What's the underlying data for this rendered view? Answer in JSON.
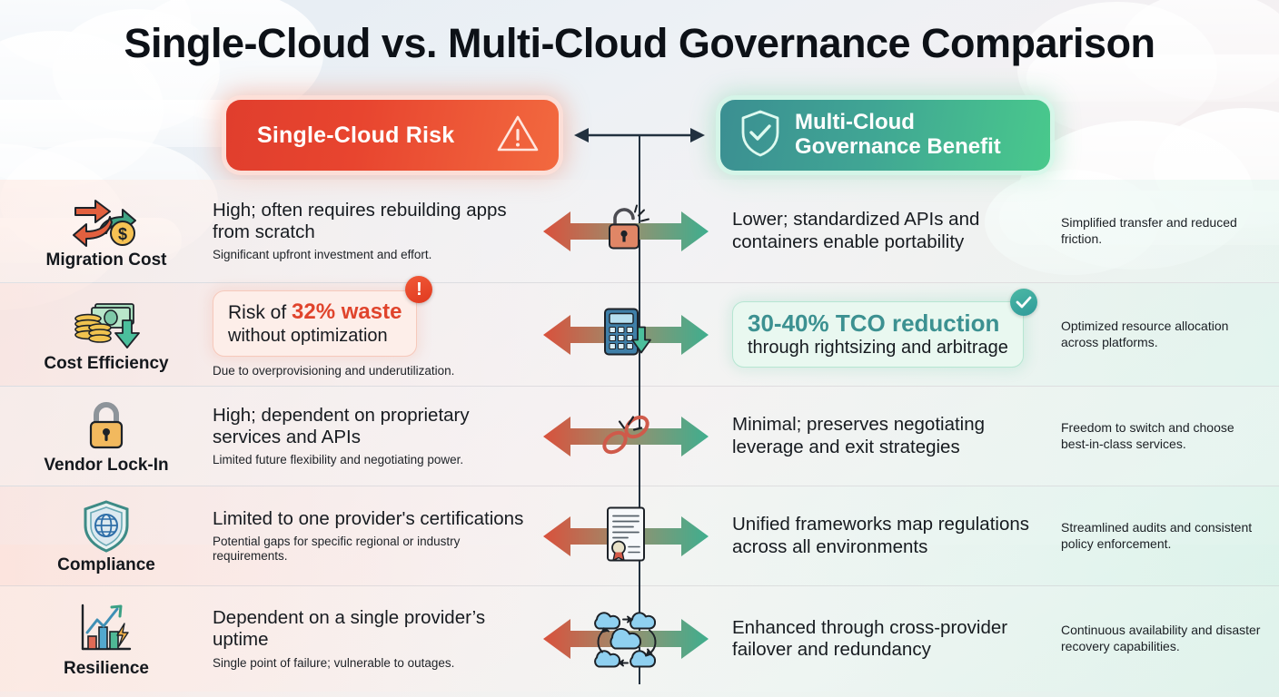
{
  "title": "Single-Cloud vs. Multi-Cloud Governance Comparison",
  "header": {
    "risk_label": "Single-Cloud Risk",
    "risk_icon": "warning-triangle-icon",
    "benefit_label_line1": "Multi-Cloud",
    "benefit_label_line2": "Governance Benefit",
    "benefit_icon": "shield-check-icon"
  },
  "colors": {
    "risk_red": "#e0442c",
    "benefit_teal": "#3c9191",
    "risk_gradient_start": "#e03e2d",
    "risk_gradient_end": "#f2693f",
    "benefit_gradient_start": "#3b8f92",
    "benefit_gradient_end": "#49c98c",
    "axis": "#22313f"
  },
  "rows": [
    {
      "category": "Migration Cost",
      "category_icon": "swap-arrows-dollar-icon",
      "left_main": "High; often requires rebuilding apps from scratch",
      "left_sub": "Significant upfront investment and effort.",
      "center_icon": "broken-padlock-icon",
      "right_main": "Lower; standardized APIs and containers enable portability",
      "note": "Simplified transfer and reduced friction."
    },
    {
      "category": "Cost Efficiency",
      "category_icon": "money-coins-down-arrow-icon",
      "left_callout_line1_prefix": "Risk of ",
      "left_callout_line1_highlight": "32% waste",
      "left_callout_line2": "without optimization",
      "left_badge_icon": "exclamation-badge-icon",
      "left_sub": "Due to overprovisioning and underutilization.",
      "center_icon": "calculator-down-arrow-icon",
      "right_callout_line1": "30-40% TCO reduction",
      "right_callout_line2": "through rightsizing and arbitrage",
      "right_badge_icon": "check-badge-icon",
      "note": "Optimized resource allocation across platforms."
    },
    {
      "category": "Vendor Lock-In",
      "category_icon": "padlock-icon",
      "left_main": "High; dependent on proprietary services and APIs",
      "left_sub": "Limited future flexibility and negotiating power.",
      "center_icon": "broken-chain-link-icon",
      "right_main": "Minimal; preserves negotiating leverage and exit strategies",
      "note": "Freedom to switch and choose best-in-class services."
    },
    {
      "category": "Compliance",
      "category_icon": "shield-globe-icon",
      "left_main": "Limited to one provider's certifications",
      "left_sub": "Potential gaps for specific regional or industry requirements.",
      "center_icon": "certificate-document-icon",
      "right_main": "Unified frameworks map regulations across all environments",
      "note": "Streamlined audits and consistent policy enforcement."
    },
    {
      "category": "Resilience",
      "category_icon": "bar-chart-trend-bolt-icon",
      "left_main": "Dependent on a single provider’s uptime",
      "left_sub": "Single point of failure; vulnerable to outages.",
      "center_icon": "multi-cloud-failover-icon",
      "right_main": "Enhanced through cross-provider failover and redundancy",
      "note": "Continuous availability and disaster recovery capabilities."
    }
  ]
}
